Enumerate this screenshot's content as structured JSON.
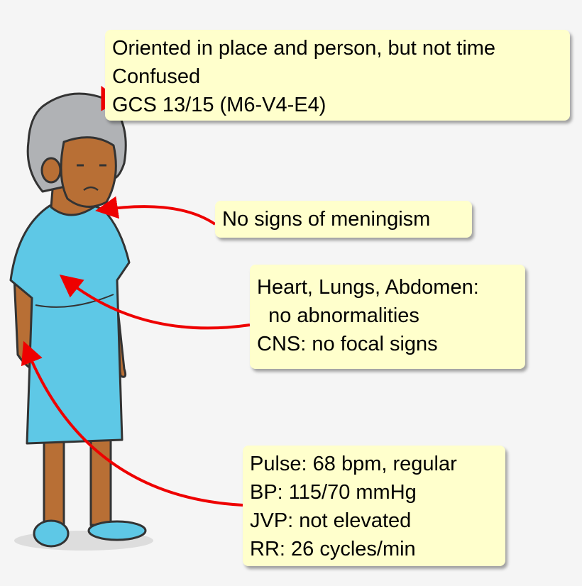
{
  "callouts": {
    "mental_state": [
      "Oriented in place and person, but not time",
      "Confused",
      "GCS 13/15 (M6-V4-E4)"
    ],
    "neck": [
      "No signs of meningism"
    ],
    "exam": [
      "Heart, Lungs, Abdomen:",
      "  no abnormalities",
      "CNS: no focal signs"
    ],
    "vitals": [
      "Pulse: 68 bpm, regular",
      "BP: 115/70 mmHg",
      "JVP: not elevated",
      "RR: 26 cycles/min"
    ]
  },
  "colors": {
    "callout_bg": "#ffffcc",
    "arrow": "#ee0000",
    "gown": "#5ec8e6",
    "skin": "#b86f35",
    "hair": "#b0b2b5"
  }
}
